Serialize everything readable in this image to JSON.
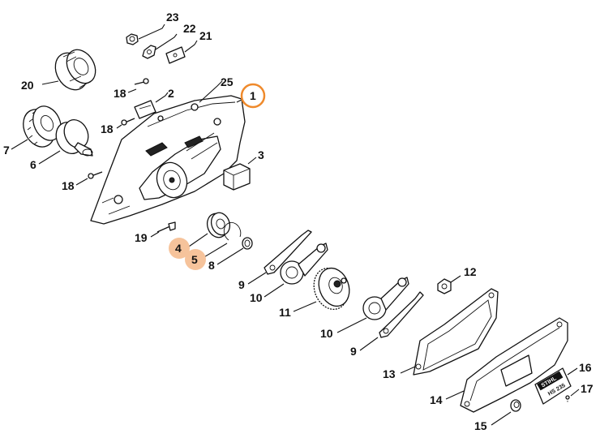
{
  "diagram": {
    "labels": {
      "p1": "1",
      "p2": "2",
      "p3": "3",
      "p4": "4",
      "p5": "5",
      "p6": "6",
      "p7": "7",
      "p8": "8",
      "p9a": "9",
      "p9b": "9",
      "p10a": "10",
      "p10b": "10",
      "p11": "11",
      "p12": "12",
      "p13": "13",
      "p14": "14",
      "p15": "15",
      "p16": "16",
      "p17": "17",
      "p18a": "18",
      "p18b": "18",
      "p18c": "18",
      "p19": "19",
      "p20": "20",
      "p21": "21",
      "p22": "22",
      "p23": "23",
      "p25": "25"
    },
    "decal_brand": "STIHL",
    "decal_model": "HS 235",
    "highlight": {
      "selected_color": "#ef8a2c",
      "related_fill": "#f6c39b"
    }
  }
}
